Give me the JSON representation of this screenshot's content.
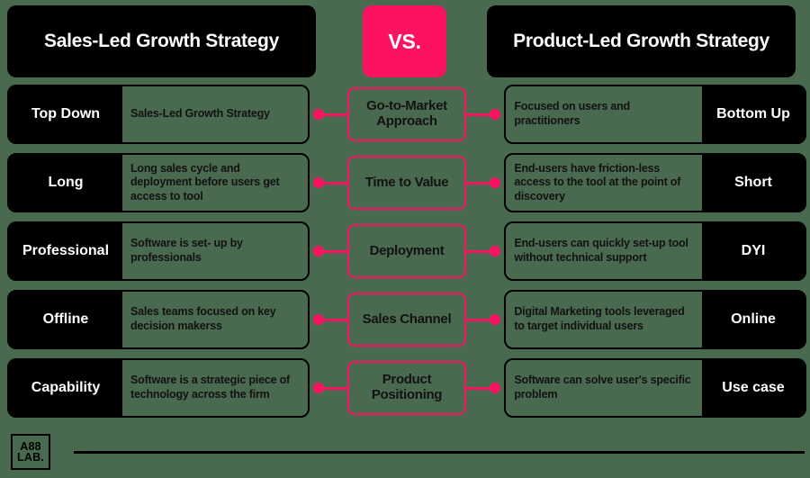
{
  "colors": {
    "background": "#4a6a4f",
    "accent_pink": "#FB1361",
    "dark": "#000000",
    "light_text": "#ffffff"
  },
  "header": {
    "left_title": "Sales-Led Growth Strategy",
    "vs_label": "VS.",
    "right_title": "Product-Led Growth Strategy"
  },
  "rows": [
    {
      "left_keyword": "Top Down",
      "left_desc": "Sales-Led Growth Strategy",
      "middle_label": "Go-to-Market Approach",
      "right_desc": "Focused on users and practitioners",
      "right_keyword": "Bottom Up"
    },
    {
      "left_keyword": "Long",
      "left_desc": "Long sales cycle and deployment before users get access to tool",
      "middle_label": "Time to Value",
      "right_desc": "End-users have friction-less access to the tool at the point of discovery",
      "right_keyword": "Short"
    },
    {
      "left_keyword": "Professional",
      "left_desc": "Software is set- up by professionals",
      "middle_label": "Deployment",
      "right_desc": "End-users can quickly set-up tool without technical support",
      "right_keyword": "DYI"
    },
    {
      "left_keyword": "Offline",
      "left_desc": "Sales teams focused on key decision makerss",
      "middle_label": "Sales Channel",
      "right_desc": "Digital Marketing tools leveraged to target individual users",
      "right_keyword": "Online"
    },
    {
      "left_keyword": "Capability",
      "left_desc": "Software is a strategic piece of technology across the firm",
      "middle_label": "Product Positioning",
      "right_desc": "Software can solve user's specific problem",
      "right_keyword": "Use case"
    }
  ],
  "footer": {
    "logo_line1": "A88",
    "logo_line2": "LAB."
  }
}
